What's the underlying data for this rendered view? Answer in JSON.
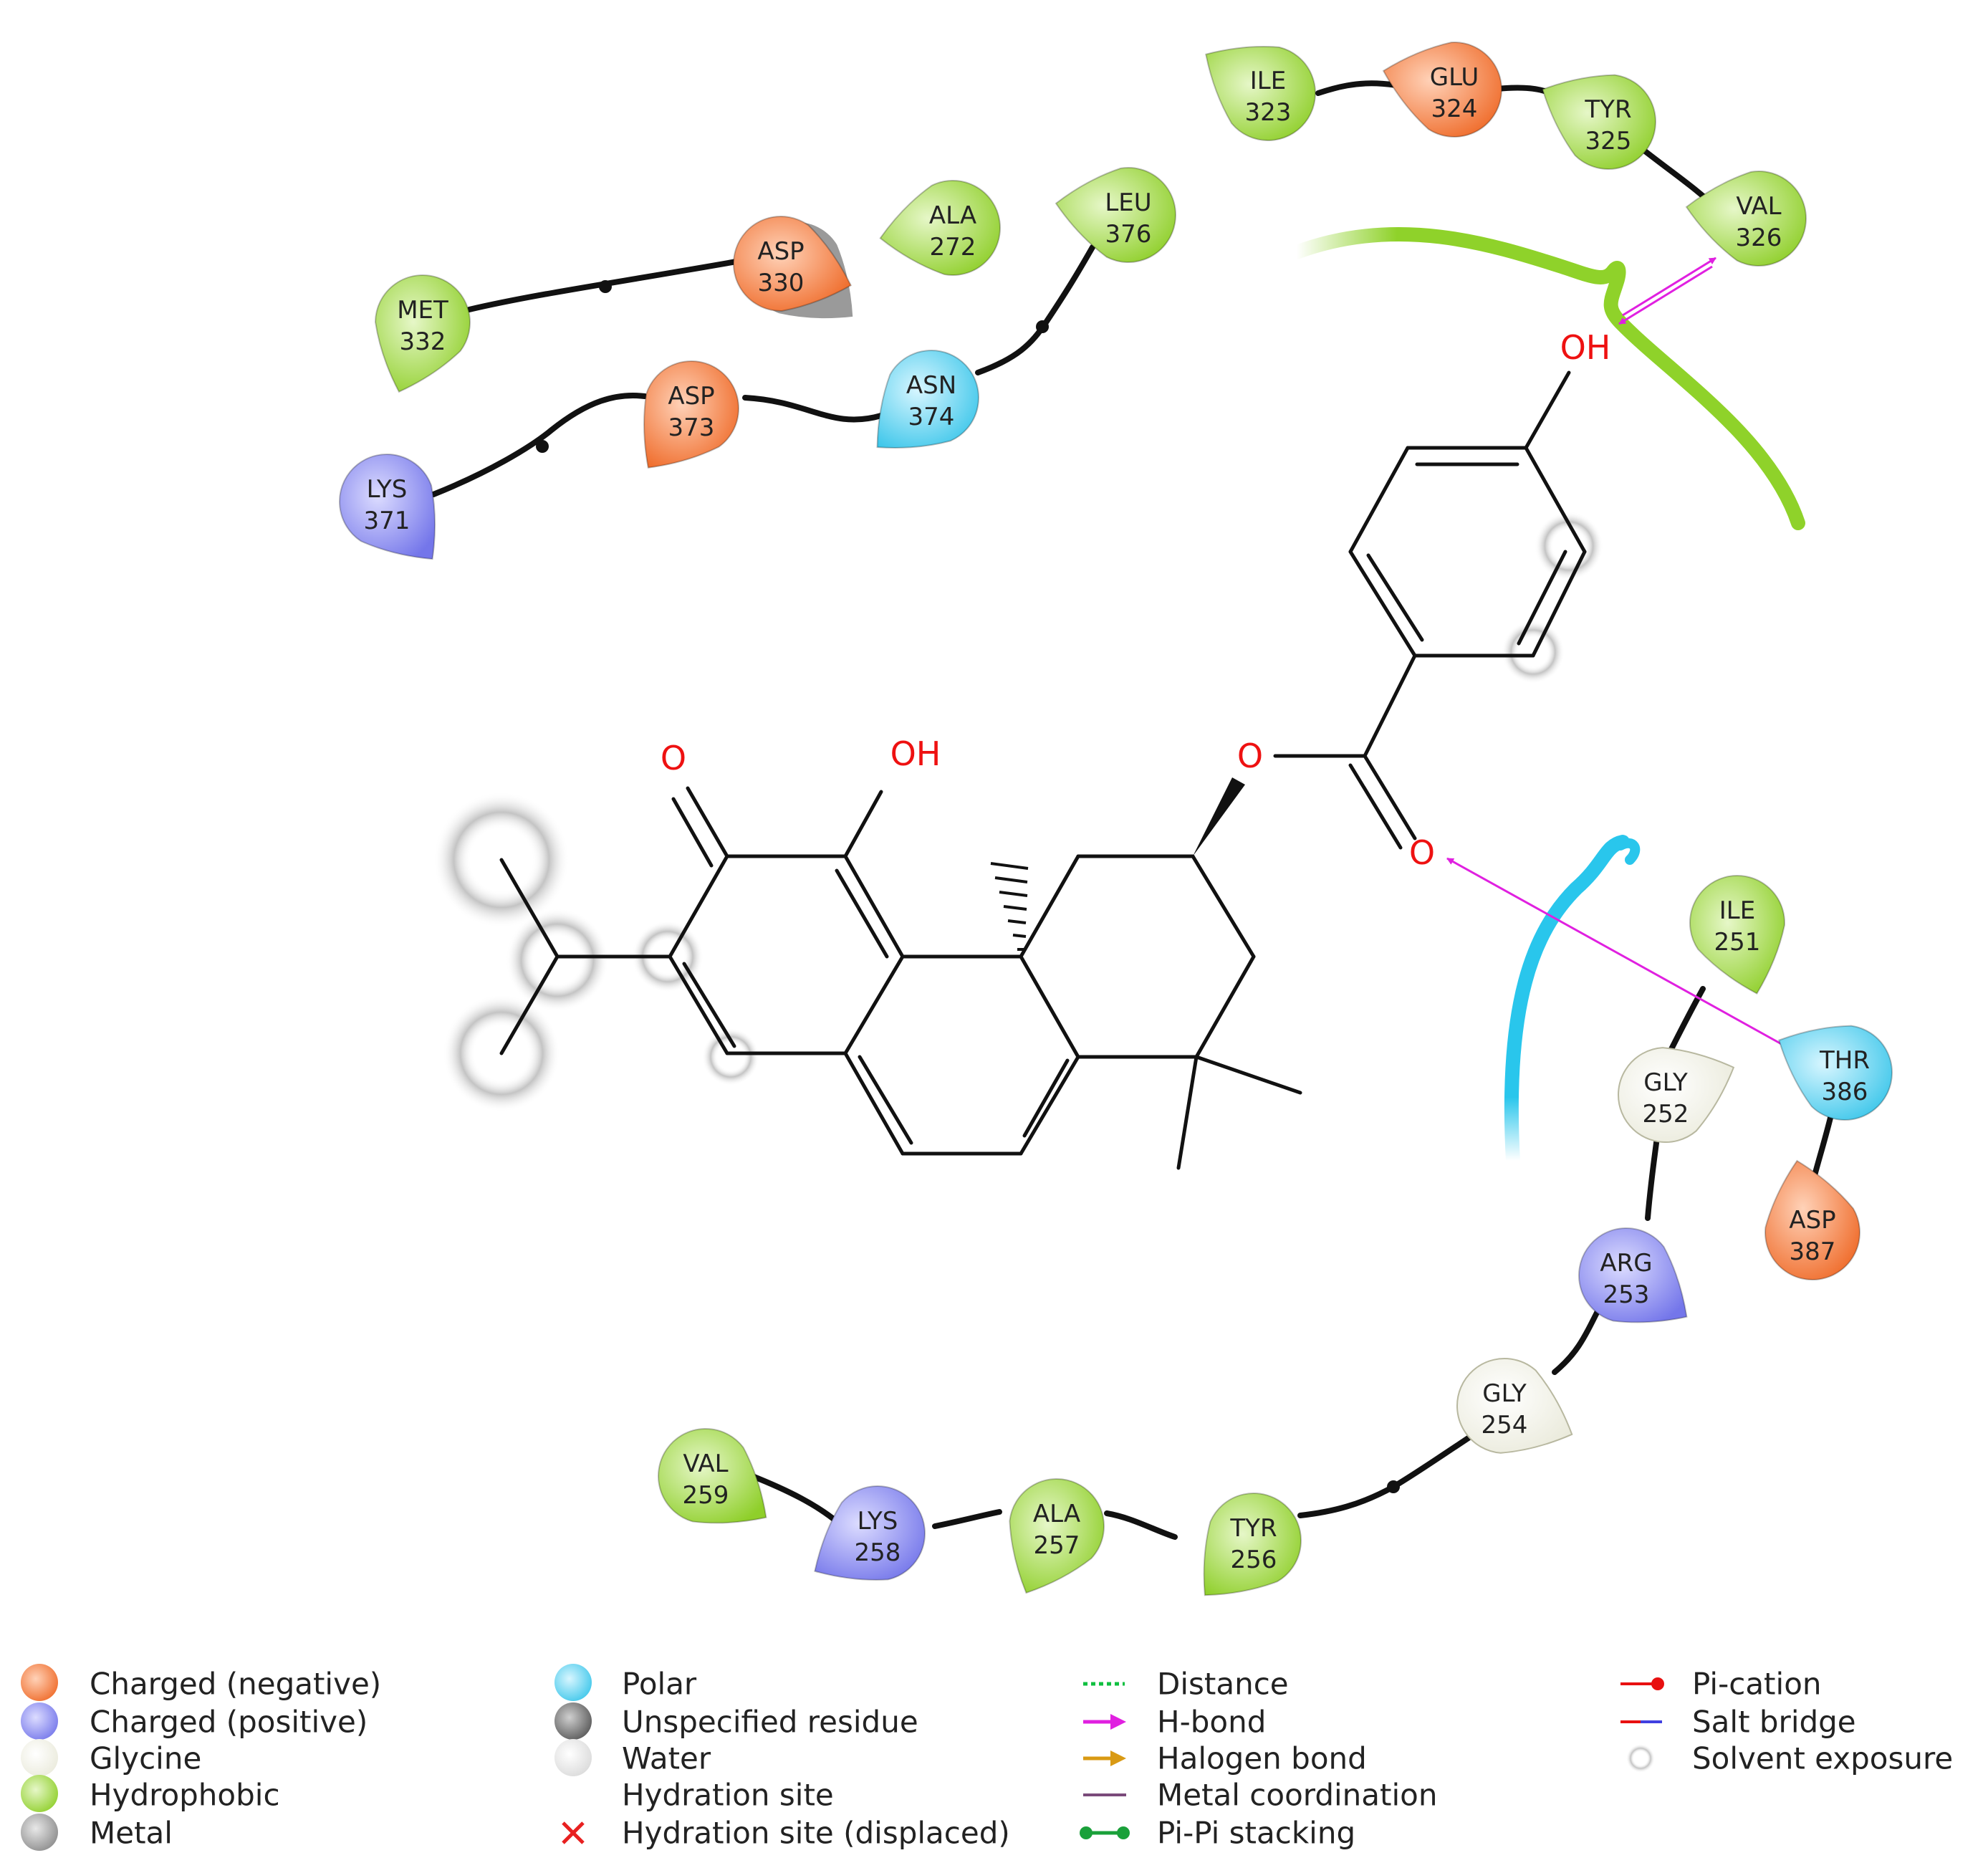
{
  "residues": [
    {
      "name": "ILE",
      "num": "323",
      "type": "hydrophobic"
    },
    {
      "name": "GLU",
      "num": "324",
      "type": "negative"
    },
    {
      "name": "TYR",
      "num": "325",
      "type": "hydrophobic"
    },
    {
      "name": "VAL",
      "num": "326",
      "type": "hydrophobic"
    },
    {
      "name": "ALA",
      "num": "272",
      "type": "hydrophobic"
    },
    {
      "name": "LEU",
      "num": "376",
      "type": "hydrophobic"
    },
    {
      "name": "ASP",
      "num": "330",
      "type": "negative"
    },
    {
      "name": "MET",
      "num": "332",
      "type": "hydrophobic"
    },
    {
      "name": "ASP",
      "num": "373",
      "type": "negative"
    },
    {
      "name": "ASN",
      "num": "374",
      "type": "polar"
    },
    {
      "name": "LYS",
      "num": "371",
      "type": "positive"
    },
    {
      "name": "ILE",
      "num": "251",
      "type": "hydrophobic"
    },
    {
      "name": "GLY",
      "num": "252",
      "type": "glycine"
    },
    {
      "name": "THR",
      "num": "386",
      "type": "polar"
    },
    {
      "name": "ASP",
      "num": "387",
      "type": "negative"
    },
    {
      "name": "ARG",
      "num": "253",
      "type": "positive"
    },
    {
      "name": "GLY",
      "num": "254",
      "type": "glycine"
    },
    {
      "name": "VAL",
      "num": "259",
      "type": "hydrophobic"
    },
    {
      "name": "LYS",
      "num": "258",
      "type": "positive"
    },
    {
      "name": "ALA",
      "num": "257",
      "type": "hydrophobic"
    },
    {
      "name": "TYR",
      "num": "256",
      "type": "hydrophobic"
    }
  ],
  "atoms": {
    "oh_top": "OH",
    "o_ketone": "O",
    "oh_phenol": "OH",
    "o_ester": "O",
    "o_carbonyl": "O"
  },
  "colors": {
    "negative": "#f07a3e",
    "positive": "#8a8cf2",
    "glycine": "#f4f4e6",
    "hydrophobic": "#9ed63b",
    "polar": "#5fd3ef",
    "metal": "#9a9a9a",
    "unspecified": "#7a7a7a",
    "water": "#e6e6e6",
    "hbond": "#e020e0",
    "halogen": "#d99a14",
    "metal_coord": "#7a4a7a",
    "pi_pi": "#1aa03a",
    "pi_cation": "#e81010",
    "distance": "#10c040"
  },
  "legend": {
    "col1": [
      "Charged (negative)",
      "Charged (positive)",
      "Glycine",
      "Hydrophobic",
      "Metal"
    ],
    "col2": [
      "Polar",
      "Unspecified residue",
      "Water",
      "Hydration site",
      "Hydration site (displaced)"
    ],
    "col3": [
      "Distance",
      "H-bond",
      "Halogen bond",
      "Metal coordination",
      "Pi-Pi stacking"
    ],
    "col4": [
      "Pi-cation",
      "Salt bridge",
      "Solvent exposure"
    ]
  }
}
